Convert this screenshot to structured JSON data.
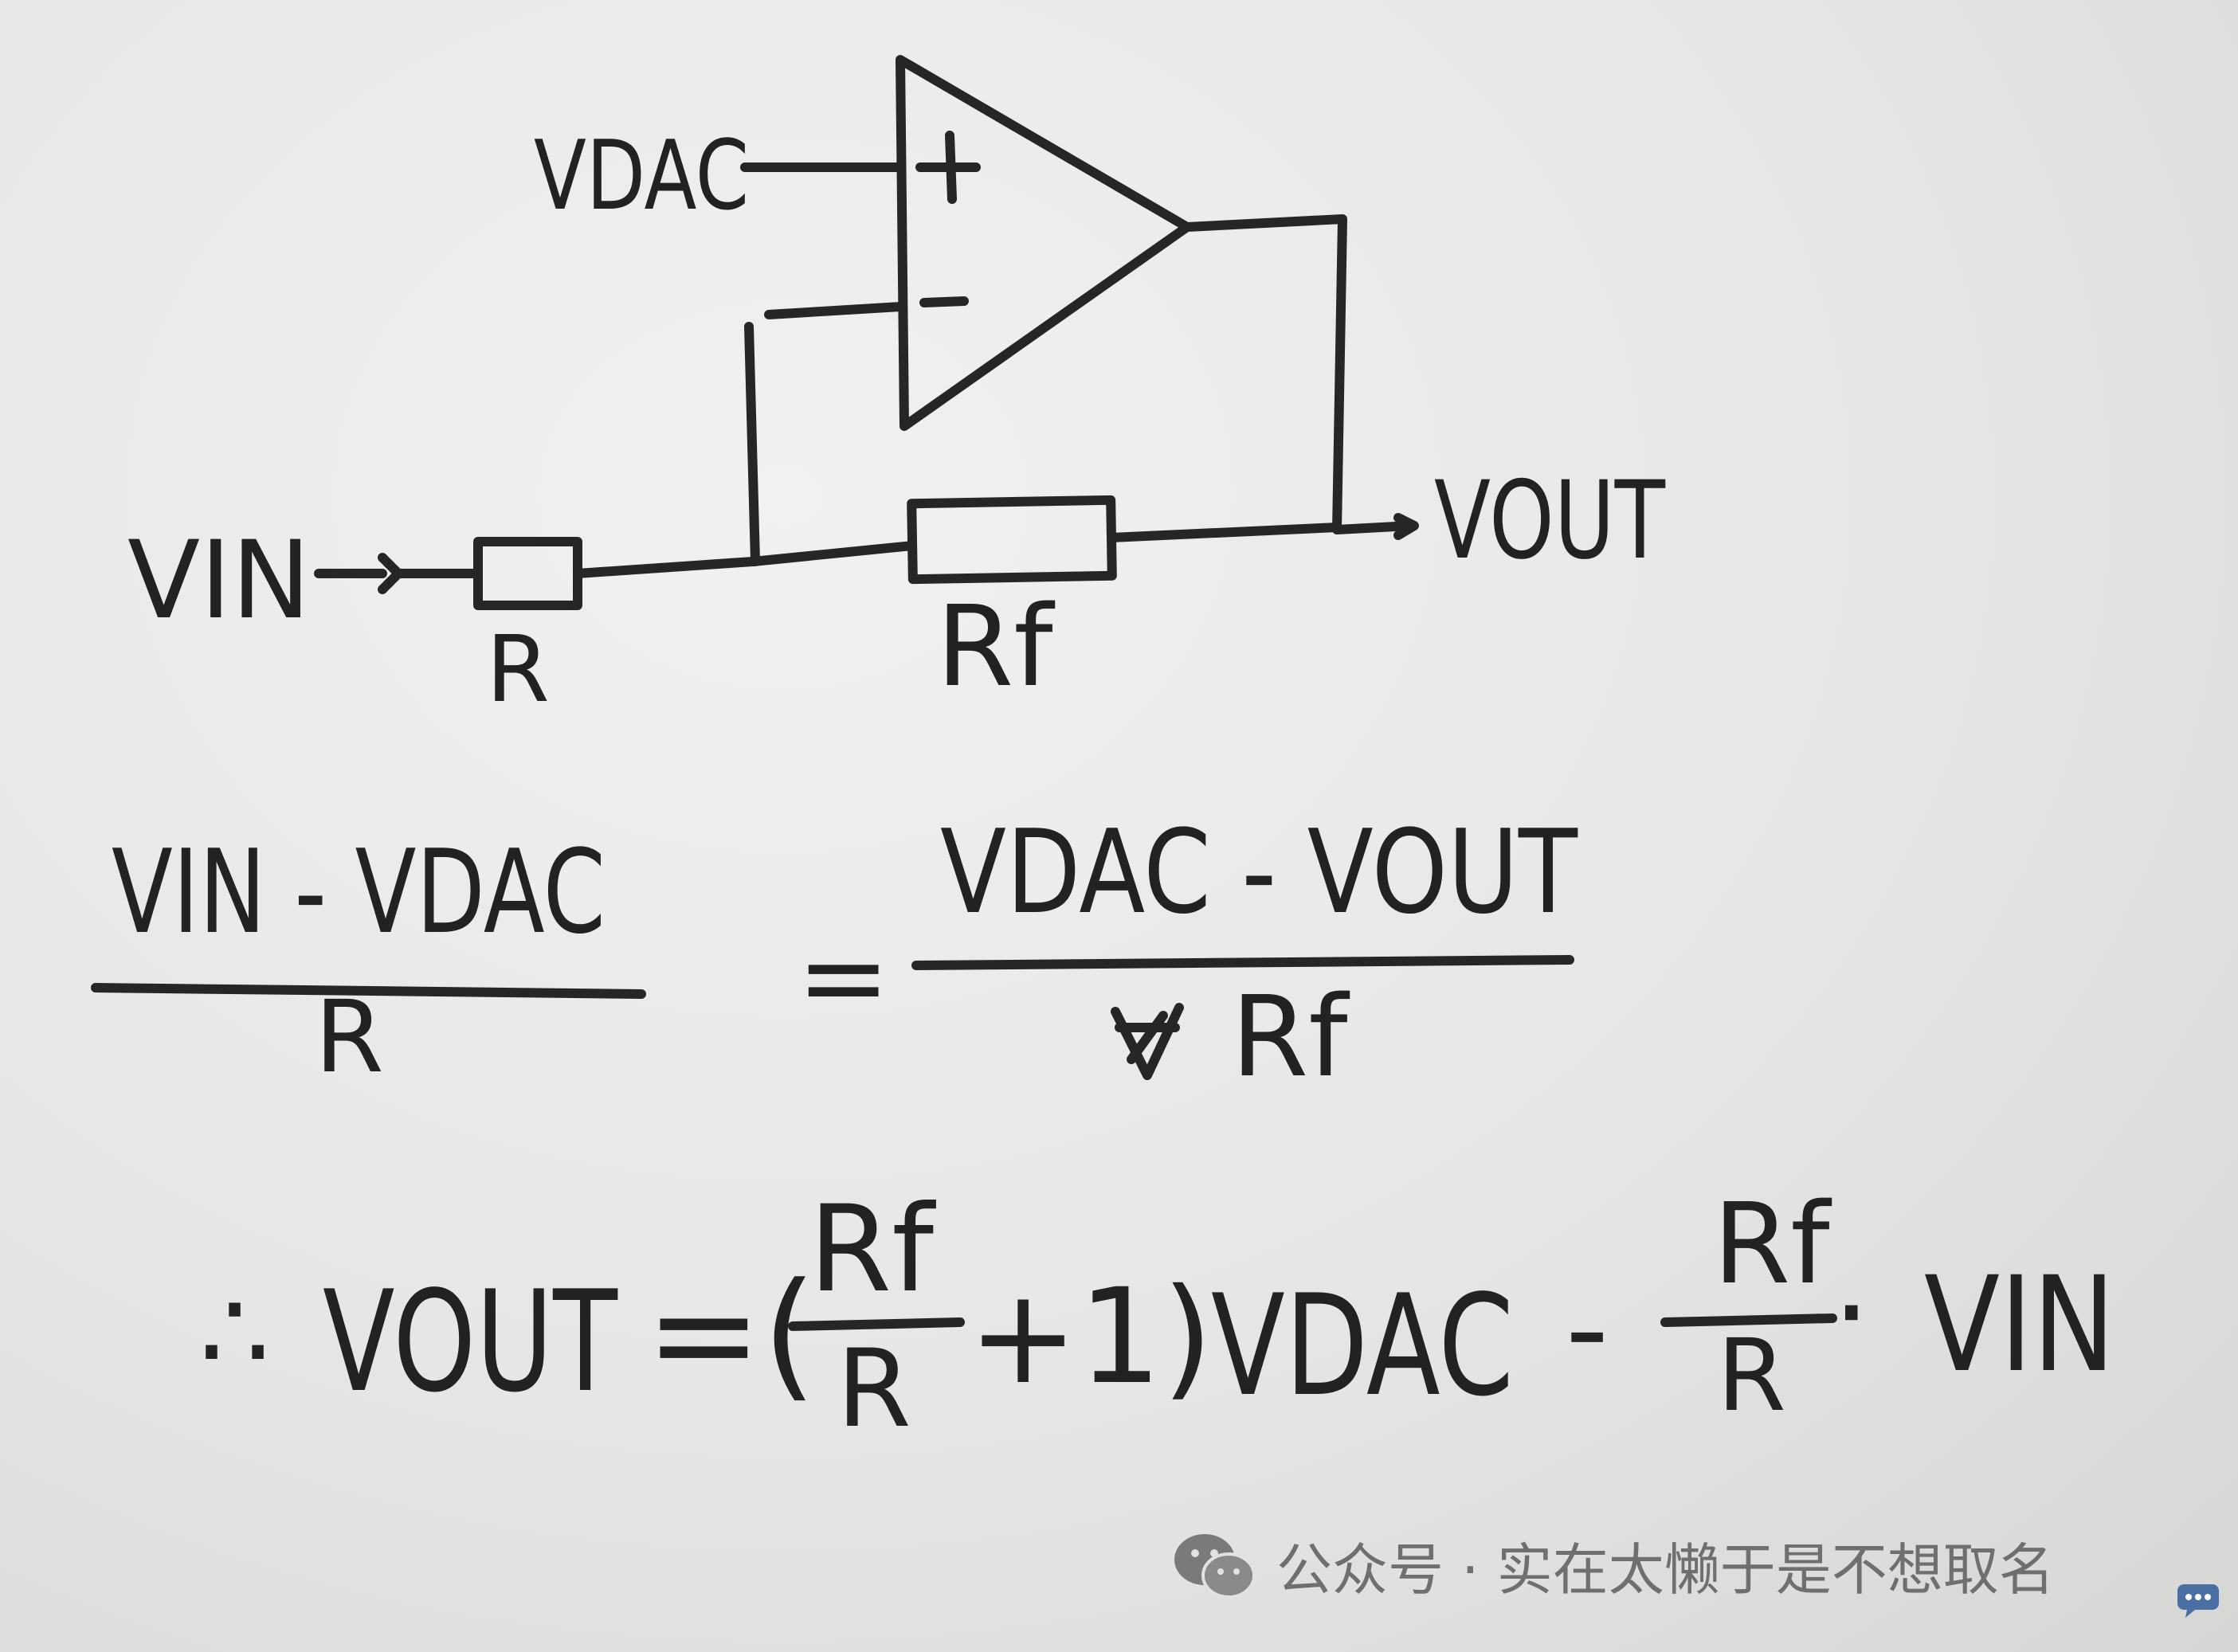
{
  "circuit": {
    "vdac_label": "VDAC",
    "plus_sign": "+",
    "minus_sign": "-",
    "vout_label": "VOUT",
    "vin_label": "VIN",
    "r_label": "R",
    "rf_label": "Rf"
  },
  "equation1": {
    "left_numerator": "VIN - VDAC",
    "left_denominator": "R",
    "equals": "=",
    "right_numerator": "VDAC - VOUT",
    "right_denominator": "Rf"
  },
  "equation2": {
    "therefore": "∴",
    "lhs": "VOUT",
    "eq_open": "=(",
    "frac1_num": "Rf",
    "frac1_den": "R",
    "plus_one_close": "+1)",
    "vdac": "VDAC",
    "minus": "-",
    "frac2_num": "Rf",
    "frac2_den": "R",
    "dot": "·",
    "vin": "VIN"
  },
  "watermark": {
    "text": "公众号 · 实在太懒于是不想取名"
  },
  "colors": {
    "ink": "#262626",
    "watermark": "#6f6f6f",
    "corner_logo": "#4a6fa5"
  }
}
